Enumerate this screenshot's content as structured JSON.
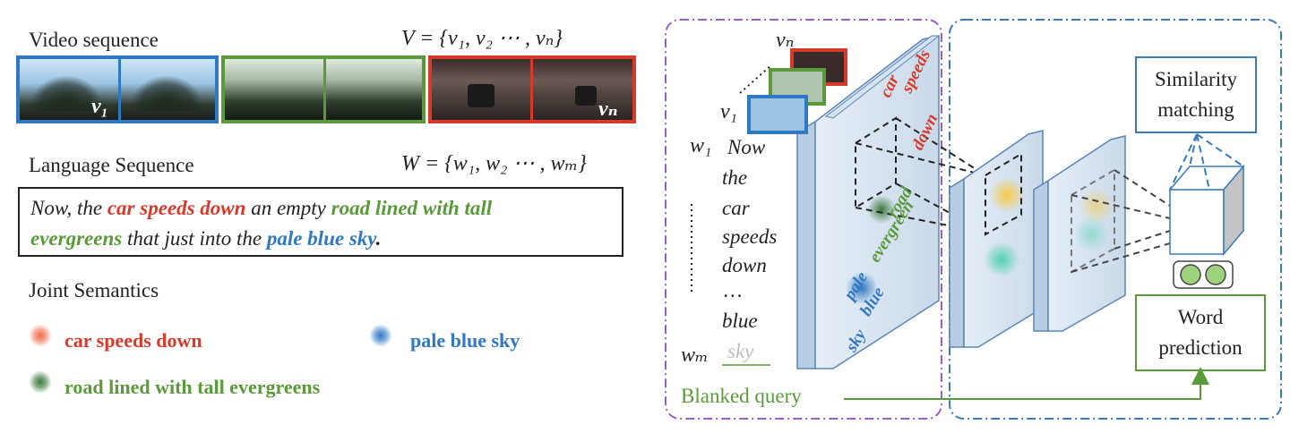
{
  "left": {
    "video_label": "Video sequence",
    "video_set": "V = {v₁, v₂ ⋯ , vₙ}",
    "frame_first_label": "v₁",
    "frame_last_label": "vₙ",
    "language_label": "Language Sequence",
    "language_set": "W = {w₁, w₂ ⋯ , wₘ}",
    "sentence": {
      "p1": "Now, the ",
      "car": "car speeds down",
      "p2": " an empty ",
      "road1": "road lined with tall",
      "road2": "evergreens",
      "p3": " that just into the ",
      "sky": "pale blue sky",
      "end": "."
    },
    "joint_label": "Joint Semantics",
    "legend": {
      "car": "car speeds down",
      "sky": "pale blue sky",
      "road": "road lined with tall evergreens"
    }
  },
  "right": {
    "vn": "vₙ",
    "v1": "v₁",
    "w1": "w₁",
    "wm": "wₘ",
    "words": [
      "Now",
      "the",
      "car",
      "speeds",
      "down",
      "…",
      "blue"
    ],
    "blank_word": "sky",
    "feature_text": {
      "car": "car",
      "speeds": "speeds",
      "down": "down",
      "road": "road",
      "evergreen": "evergreen",
      "pale": "pale",
      "blue": "blue",
      "sky": "sky"
    },
    "similarity": "Similarity matching",
    "word_pred": "Word prediction",
    "blanked_query": "Blanked query"
  },
  "colors": {
    "blue": "#2f78c2",
    "green": "#5a9a3a",
    "red": "#d63a2a",
    "purple": "#9a5fc4",
    "box_blue": "#3a7ab8"
  }
}
